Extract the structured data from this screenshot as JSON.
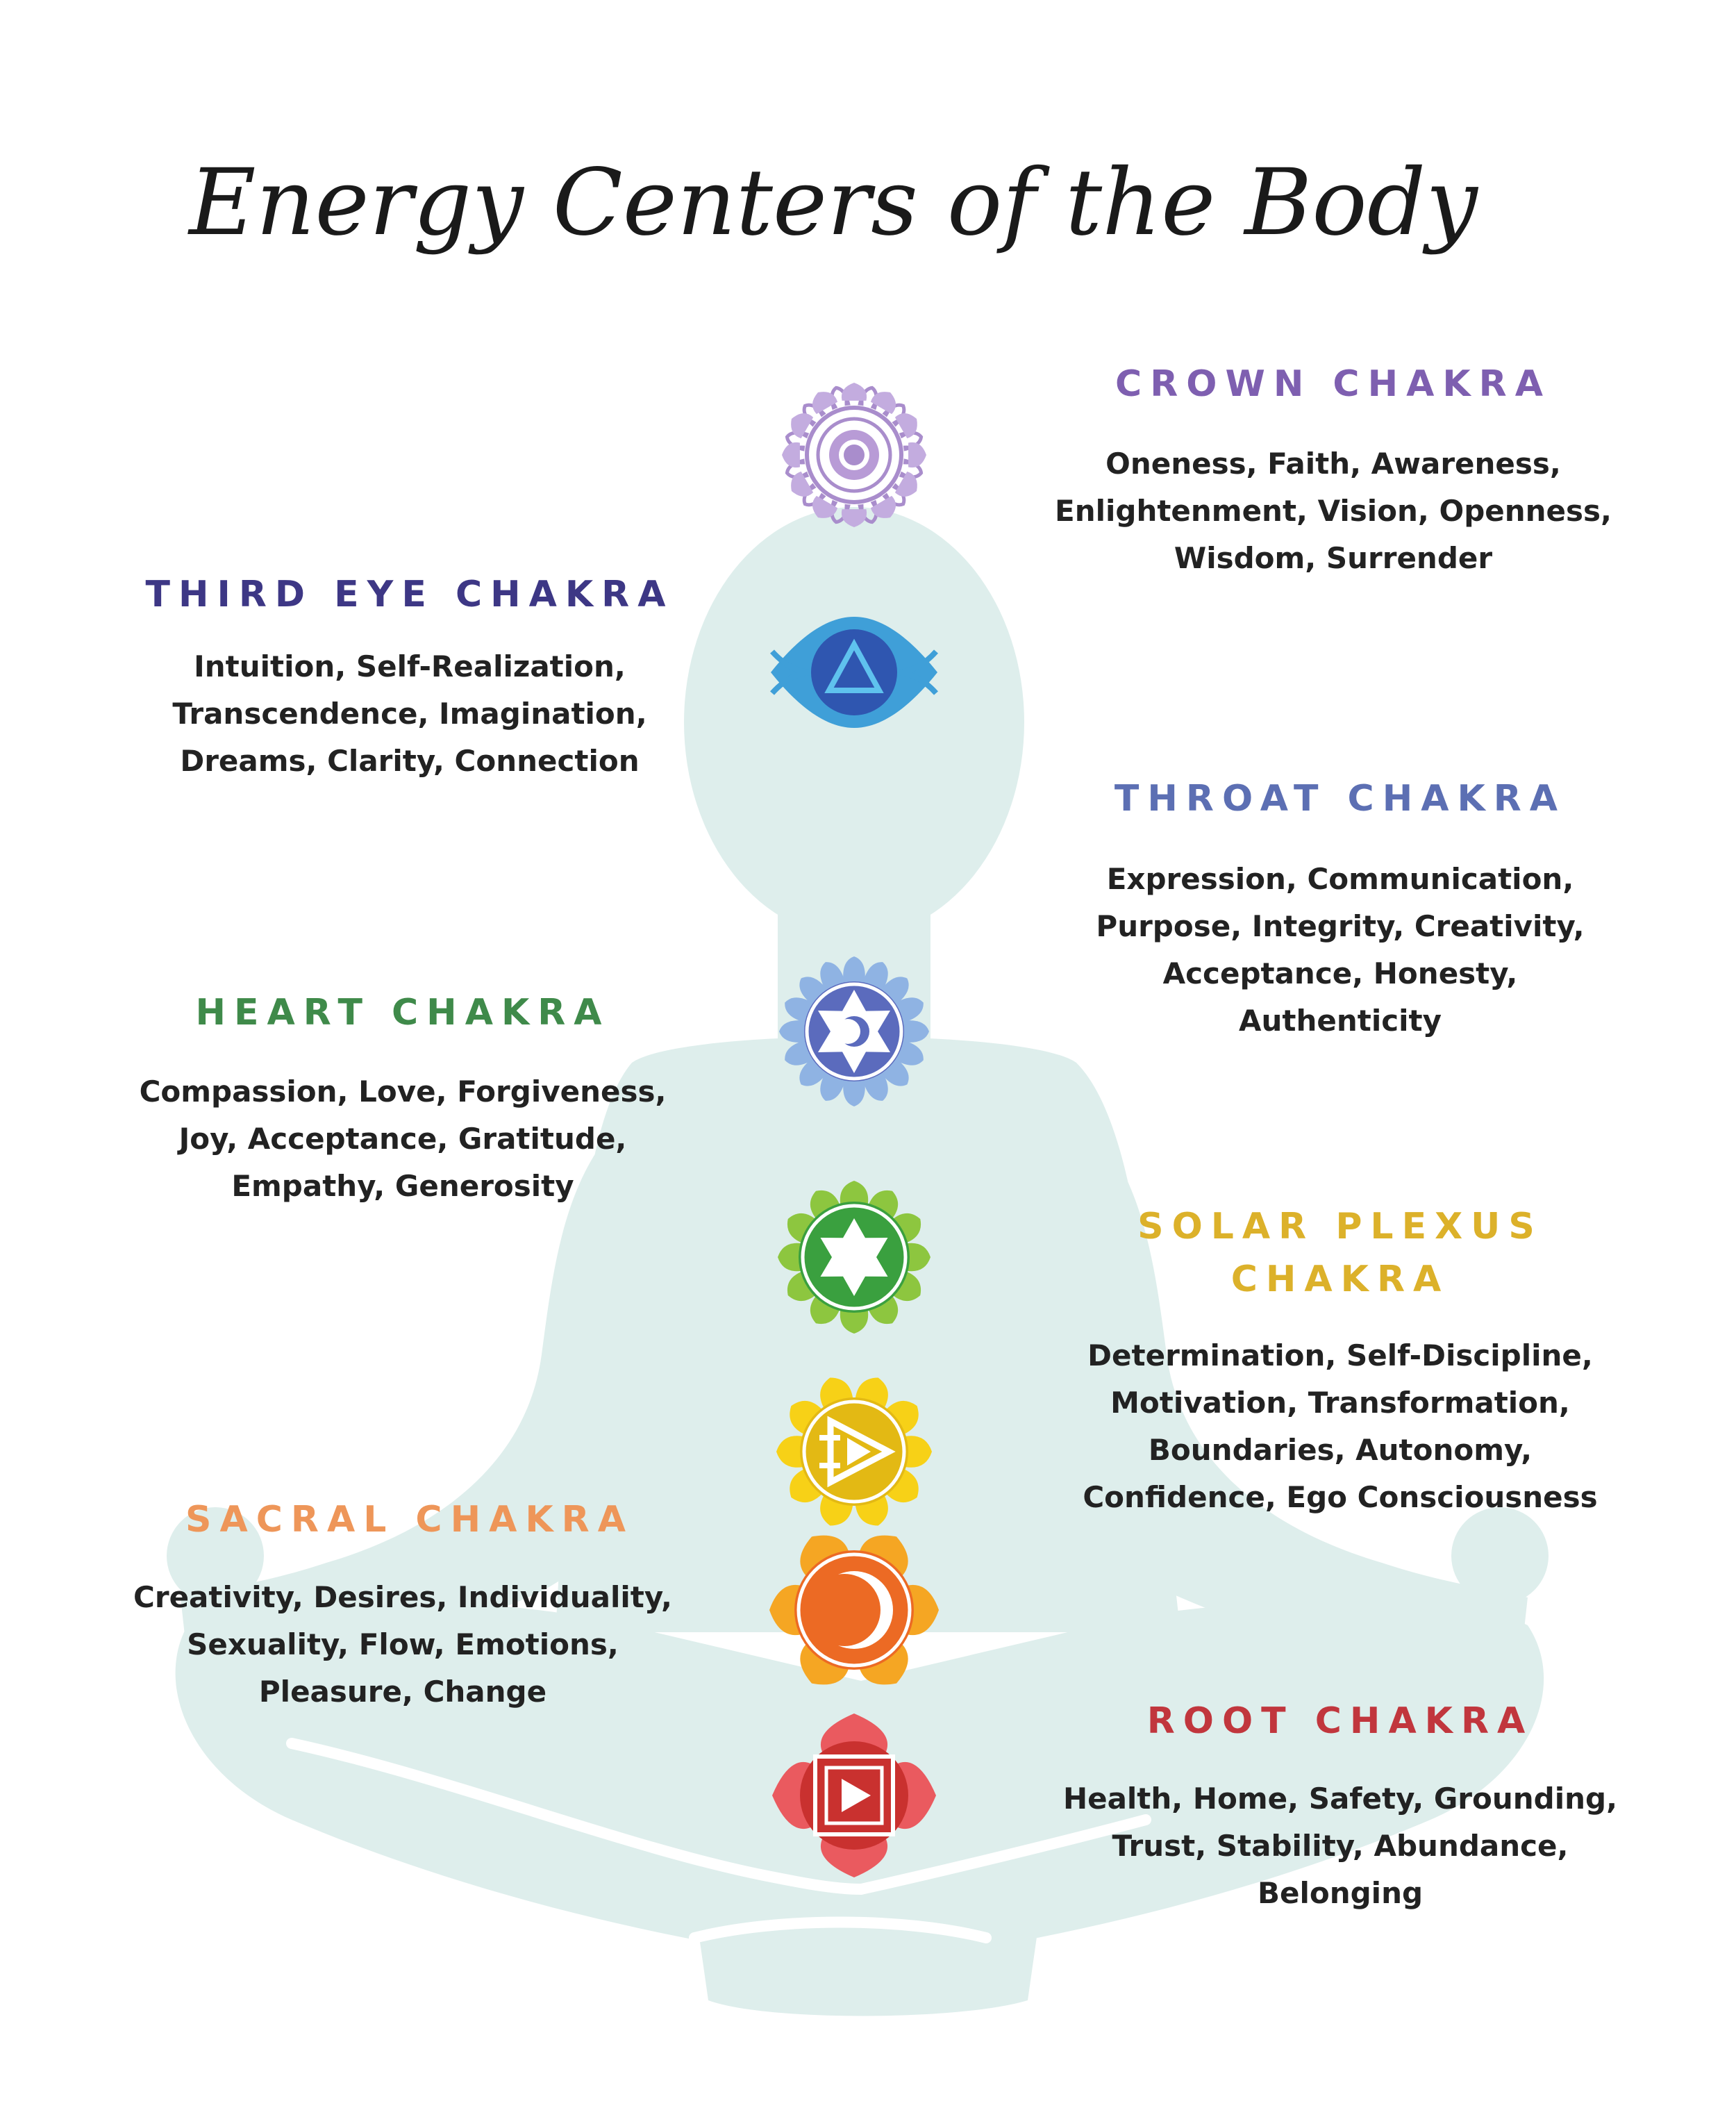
{
  "title": "Energy Centers of the Body",
  "chakras": [
    {
      "key": "crown",
      "name": "CROWN CHAKRA",
      "color": "#7e5fb0",
      "qualities": "Oneness, Faith, Awareness,\nEnlightenment, Vision, Openness,\nWisdom, Surrender"
    },
    {
      "key": "third_eye",
      "name": "THIRD EYE CHAKRA",
      "color": "#3d3785",
      "qualities": "Intuition, Self-Realization,\nTranscendence, Imagination,\nDreams, Clarity, Connection"
    },
    {
      "key": "throat",
      "name": "THROAT CHAKRA",
      "color": "#5c6fb3",
      "qualities": "Expression, Communication,\nPurpose, Integrity, Creativity,\nAcceptance, Honesty,\nAuthenticity"
    },
    {
      "key": "heart",
      "name": "HEART CHAKRA",
      "color": "#3f8a4a",
      "qualities": "Compassion, Love, Forgiveness,\nJoy, Acceptance, Gratitude,\nEmpathy, Generosity"
    },
    {
      "key": "solar_plexus",
      "name": "SOLAR PLEXUS\nCHAKRA",
      "color": "#dcb12a",
      "qualities": "Determination, Self-Discipline,\nMotivation, Transformation,\nBoundaries, Autonomy,\nConfidence, Ego Consciousness"
    },
    {
      "key": "sacral",
      "name": "SACRAL CHAKRA",
      "color": "#ee9659",
      "qualities": "Creativity, Desires, Individuality,\nSexuality, Flow, Emotions,\nPleasure, Change"
    },
    {
      "key": "root",
      "name": "ROOT CHAKRA",
      "color": "#c1363d",
      "qualities": "Health, Home, Safety, Grounding,\nTrust, Stability, Abundance,\nBelonging"
    }
  ],
  "icons": [
    {
      "name": "crown-chakra-icon",
      "shape": "lotus-circle",
      "colors": [
        "#a98dcc",
        "#7e5fb0"
      ]
    },
    {
      "name": "third-eye-chakra-icon",
      "shape": "eye-triangle",
      "colors": [
        "#3f9fd8",
        "#2f56b0"
      ]
    },
    {
      "name": "throat-chakra-icon",
      "shape": "star-crescent",
      "colors": [
        "#8fb3e3",
        "#5b6bbd"
      ]
    },
    {
      "name": "heart-chakra-icon",
      "shape": "six-point-star",
      "colors": [
        "#8dc63f",
        "#3aa03f"
      ]
    },
    {
      "name": "solar-plexus-chakra-icon",
      "shape": "triangle-lotus",
      "colors": [
        "#f7d117",
        "#e3b914"
      ]
    },
    {
      "name": "sacral-chakra-icon",
      "shape": "crescent-lotus",
      "colors": [
        "#f5a623",
        "#ec6a24"
      ]
    },
    {
      "name": "root-chakra-icon",
      "shape": "square-lotus",
      "colors": [
        "#ea5a5f",
        "#c9312f"
      ]
    }
  ],
  "figure_color": "#deeeec"
}
